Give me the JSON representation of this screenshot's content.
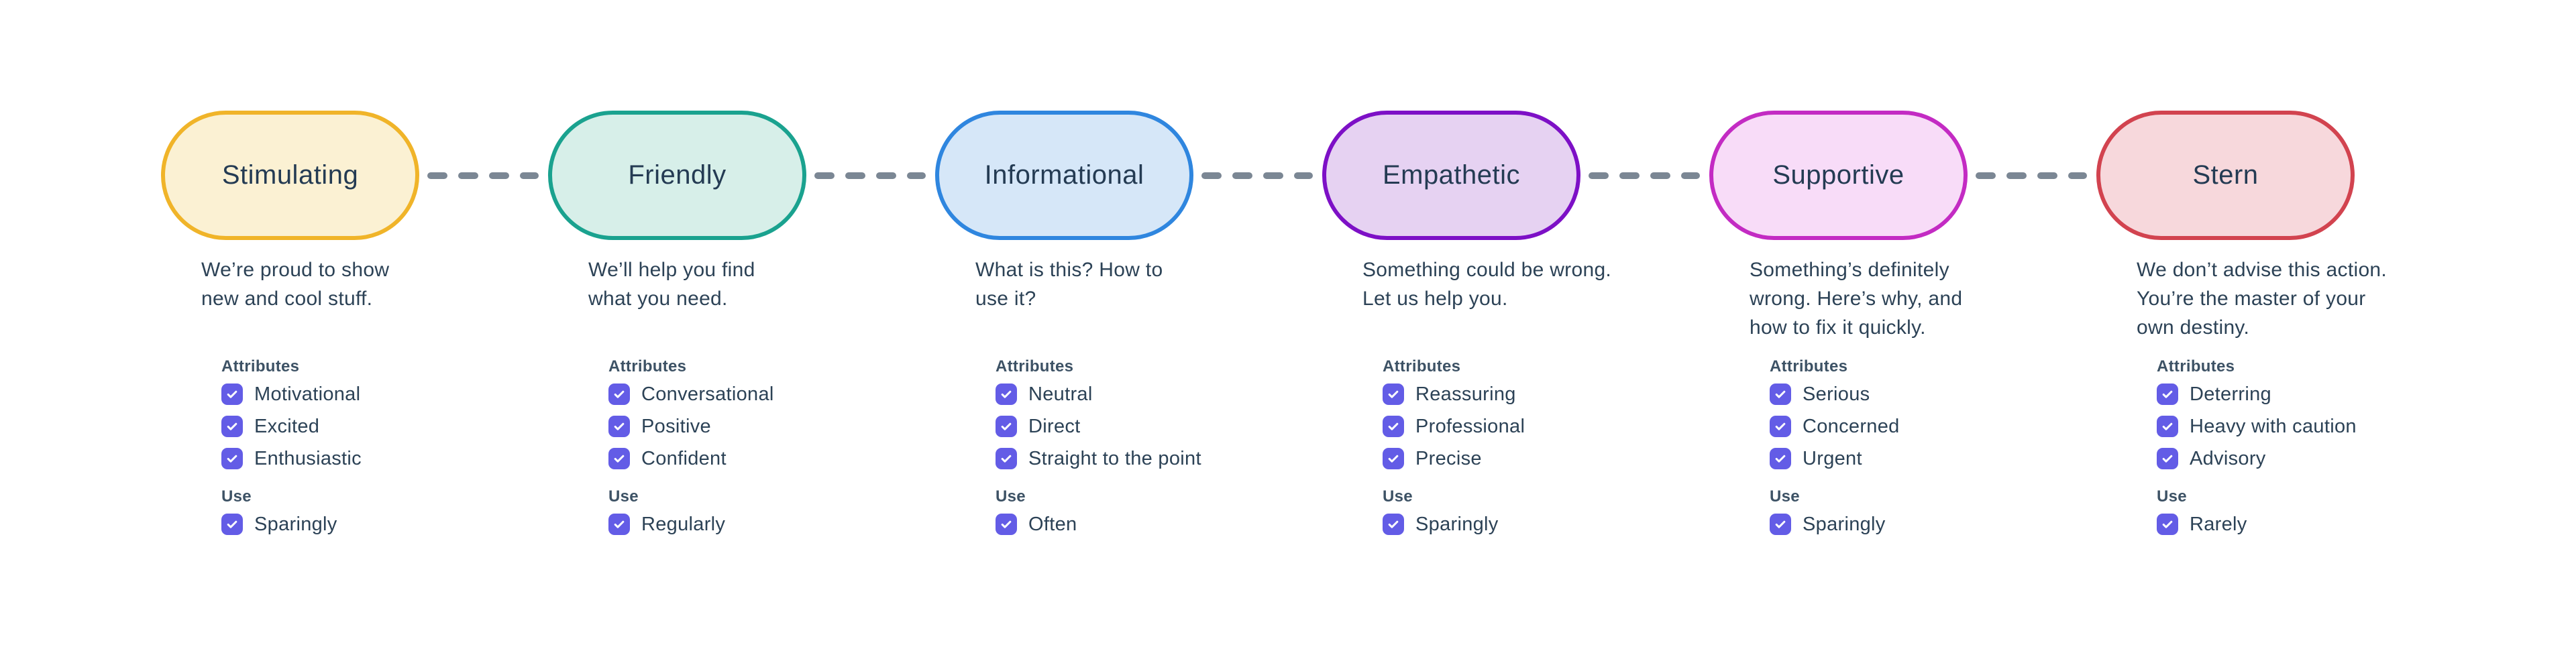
{
  "theme": {
    "background": "#FFFFFF",
    "ink": "#2C4256",
    "heading": "#3D5265",
    "pill_text": "#243B53",
    "checkbox": "#635CE6",
    "connector": "#7B8794"
  },
  "columns": [
    {
      "title": "Stimulating",
      "fill": "#FBF1D3",
      "border": "#F0B429",
      "description": "We’re proud to show\nnew and cool stuff.",
      "attributes_label": "Attributes",
      "attributes": [
        "Motivational",
        "Excited",
        "Enthusiastic"
      ],
      "use_label": "Use",
      "use": [
        "Sparingly"
      ]
    },
    {
      "title": "Friendly",
      "fill": "#D7EFE9",
      "border": "#1AA28F",
      "description": "We’ll help you find\nwhat you need.",
      "attributes_label": "Attributes",
      "attributes": [
        "Conversational",
        "Positive",
        "Confident"
      ],
      "use_label": "Use",
      "use": [
        "Regularly"
      ]
    },
    {
      "title": "Informational",
      "fill": "#D6E7F8",
      "border": "#2F86DF",
      "description": "What is this? How to\nuse it?",
      "attributes_label": "Attributes",
      "attributes": [
        "Neutral",
        "Direct",
        "Straight to the point"
      ],
      "use_label": "Use",
      "use": [
        "Often"
      ]
    },
    {
      "title": "Empathetic",
      "fill": "#E6D2F2",
      "border": "#7D10C6",
      "description": "Something could be wrong.\nLet us help you.",
      "attributes_label": "Attributes",
      "attributes": [
        "Reassuring",
        "Professional",
        "Precise"
      ],
      "use_label": "Use",
      "use": [
        "Sparingly"
      ]
    },
    {
      "title": "Supportive",
      "fill": "#F8DCF8",
      "border": "#C32BC3",
      "description": "Something’s definitely\nwrong. Here’s why, and\nhow to fix it quickly.",
      "attributes_label": "Attributes",
      "attributes": [
        "Serious",
        "Concerned",
        "Urgent"
      ],
      "use_label": "Use",
      "use": [
        "Sparingly"
      ]
    },
    {
      "title": "Stern",
      "fill": "#F7D8DC",
      "border": "#D2434F",
      "description": "We don’t advise this action.\nYou’re the master of your\nown destiny.",
      "attributes_label": "Attributes",
      "attributes": [
        "Deterring",
        "Heavy with caution",
        "Advisory"
      ],
      "use_label": "Use",
      "use": [
        "Rarely"
      ]
    }
  ]
}
